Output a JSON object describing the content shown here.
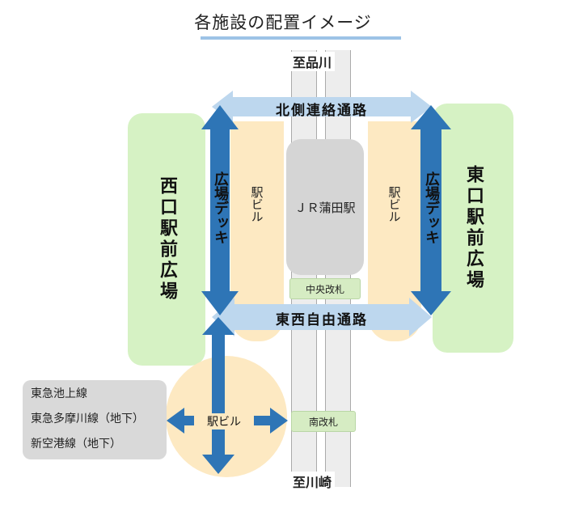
{
  "title": "各施設の配置イメージ",
  "to_north": "至品川",
  "to_south": "至川崎",
  "north_passage": "北側連絡通路",
  "free_passage": "東西自由通路",
  "west_plaza": "西口駅前広場",
  "east_plaza": "東口駅前広場",
  "plaza_deck": "広場デッキ",
  "station_building": "駅ビル",
  "jr_station": "ＪＲ蒲田駅",
  "central_gate": "中央改札",
  "south_gate": "南改札",
  "private_lines": [
    "東急池上線",
    "東急多摩川線（地下）",
    "新空港線（地下）"
  ],
  "colors": {
    "light_arrow": "#bdd7ee",
    "dark_arrow": "#2e75b6",
    "plaza": "#d6f2c4",
    "building": "#fde9c2",
    "jr": "#d5d5d5"
  }
}
